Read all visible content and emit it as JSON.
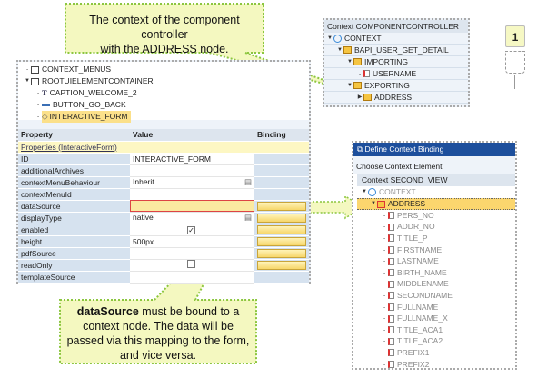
{
  "callout_top": {
    "line1": "The context of the component controller",
    "line2": "with the ADDRESS node."
  },
  "callout_bottom": {
    "bold": "dataSource",
    "rest1": " must be bound to a",
    "line2": "context node. The data will be",
    "line3": "passed via this mapping to the form,",
    "line4": "and vice versa."
  },
  "step_badge": "1",
  "view_tree": [
    "CONTEXT_MENUS",
    "ROOTUIELEMENTCONTAINER",
    "CAPTION_WELCOME_2",
    "BUTTON_GO_BACK",
    "INTERACTIVE_FORM"
  ],
  "props": {
    "headers": [
      "Property",
      "Value",
      "Binding"
    ],
    "group": "Properties (InteractiveForm)",
    "rows": [
      {
        "p": "ID",
        "v": "INTERACTIVE_FORM"
      },
      {
        "p": "additionalArchives",
        "v": ""
      },
      {
        "p": "contextMenuBehaviour",
        "v": "Inherit"
      },
      {
        "p": "contextMenuId",
        "v": ""
      },
      {
        "p": "dataSource",
        "v": ""
      },
      {
        "p": "displayType",
        "v": "native"
      },
      {
        "p": "enabled",
        "v": ""
      },
      {
        "p": "height",
        "v": "500px"
      },
      {
        "p": "pdfSource",
        "v": ""
      },
      {
        "p": "readOnly",
        "v": ""
      },
      {
        "p": "templateSource",
        "v": ""
      }
    ]
  },
  "comp_ctx": {
    "title": "Context COMPONENTCONTROLLER",
    "nodes": [
      "CONTEXT",
      "BAPI_USER_GET_DETAIL",
      "IMPORTING",
      "USERNAME",
      "EXPORTING",
      "ADDRESS"
    ]
  },
  "binding_dialog": {
    "title": "Define Context Binding",
    "subtitle": "Choose Context Element",
    "ctx_title": "Context SECOND_VIEW",
    "root": "CONTEXT",
    "node": "ADDRESS",
    "attrs": [
      "PERS_NO",
      "ADDR_NO",
      "TITLE_P",
      "FIRSTNAME",
      "LASTNAME",
      "BIRTH_NAME",
      "MIDDLENAME",
      "SECONDNAME",
      "FULLNAME",
      "FULLNAME_X",
      "TITLE_ACA1",
      "TITLE_ACA2",
      "PREFIX1",
      "PREFIX2"
    ]
  }
}
